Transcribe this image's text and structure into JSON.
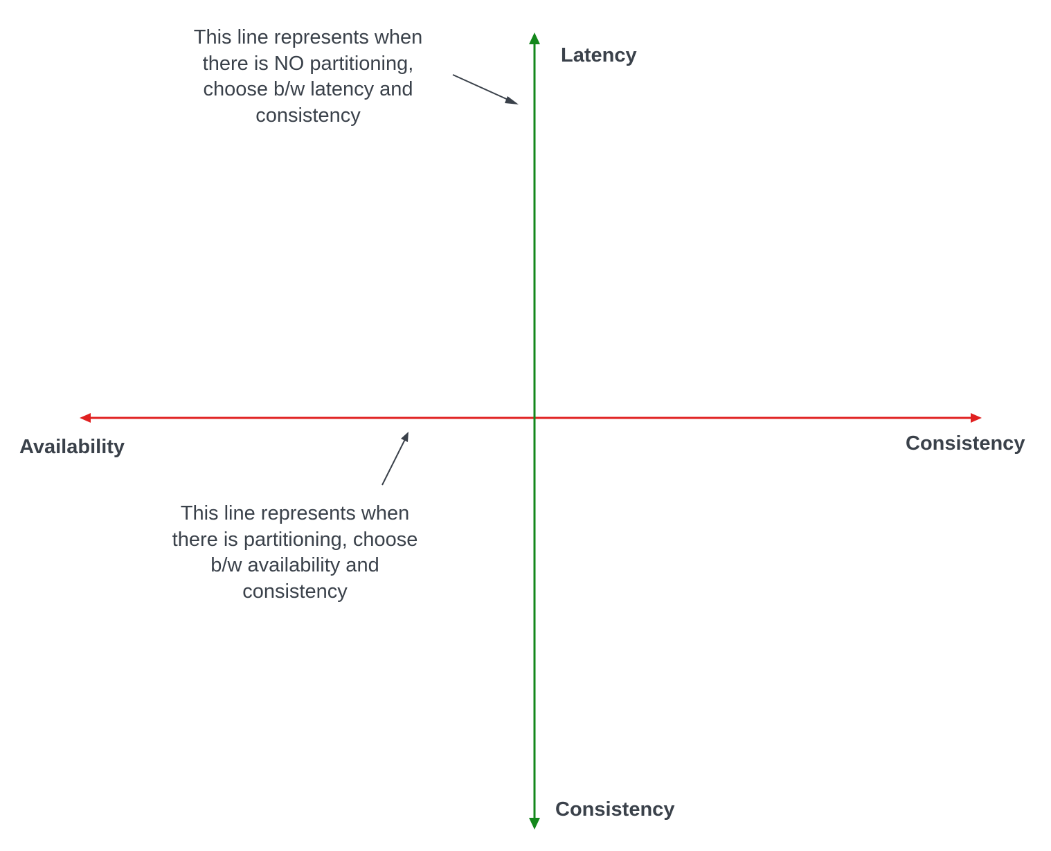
{
  "colors": {
    "vertical_axis": "#13871b",
    "horizontal_axis": "#e02020",
    "annotation_arrow": "#3a414a",
    "text": "#3a414a",
    "background": "#ffffff"
  },
  "labels": {
    "top": "Latency",
    "left": "Availability",
    "right": "Consistency",
    "bottom": "Consistency"
  },
  "notes": {
    "no_partition": "This line represents when\nthere is NO partitioning,\nchoose b/w latency and\nconsistency",
    "partition": "This line represents when\nthere is partitioning, choose\nb/w availability and\nconsistency"
  },
  "icons": {
    "vertical_axis": "double-headed-arrow",
    "horizontal_axis": "double-headed-arrow",
    "annotation": "pointer-arrow"
  }
}
